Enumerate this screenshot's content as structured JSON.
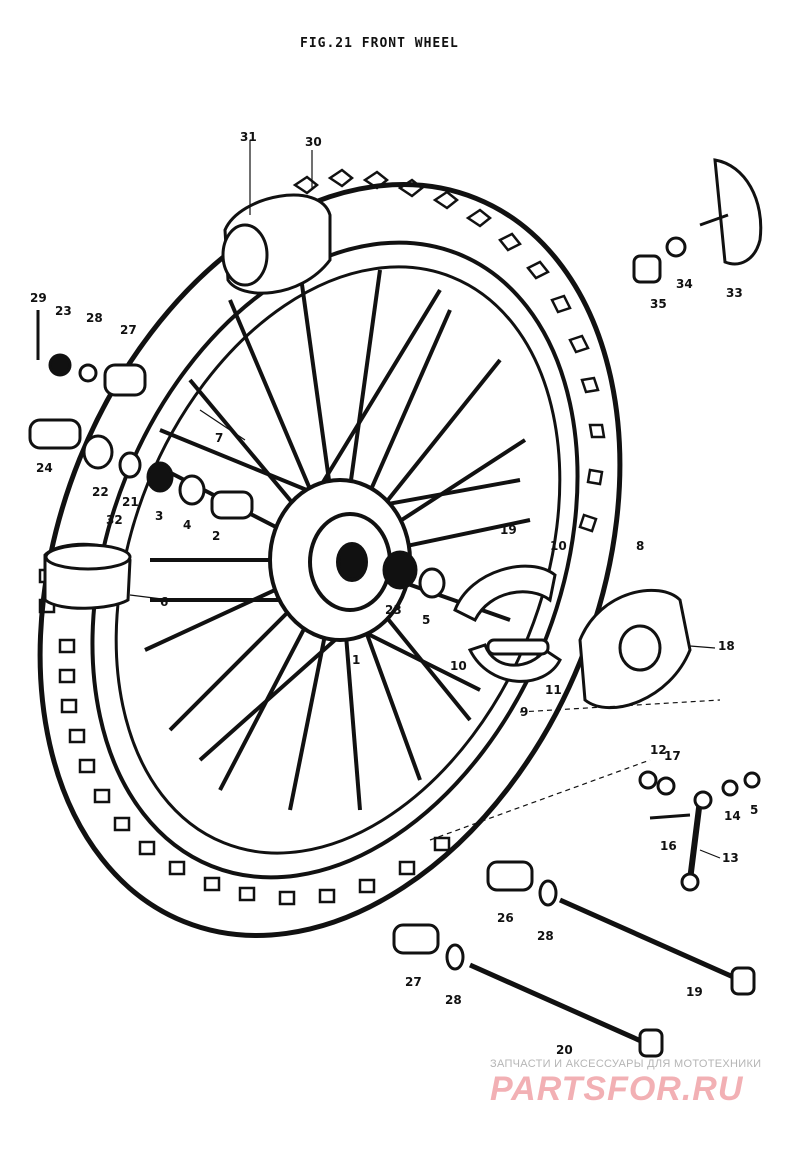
{
  "figure": {
    "title": "FIG.21  FRONT WHEEL"
  },
  "callouts": {
    "c1": "1",
    "c2": "2",
    "c3": "3",
    "c4": "4",
    "c5a": "5",
    "c5b": "5",
    "c6": "6",
    "c7": "7",
    "c8": "8",
    "c9": "9",
    "c10a": "10",
    "c10b": "10",
    "c11": "11",
    "c12": "12",
    "c13": "13",
    "c14": "14",
    "c16": "16",
    "c17": "17",
    "c18": "18",
    "c19a": "19",
    "c19b": "19",
    "c20": "20",
    "c21": "21",
    "c22": "22",
    "c23a": "23",
    "c23b": "23",
    "c24": "24",
    "c26": "26",
    "c27a": "27",
    "c27b": "27",
    "c28a": "28",
    "c28b": "28",
    "c28c": "28",
    "c29": "29",
    "c30": "30",
    "c31": "31",
    "c32": "32",
    "c33": "33",
    "c34": "34",
    "c35": "35"
  },
  "watermark": {
    "caption": "ЗАПЧАСТИ И АКСЕССУАРЫ ДЛЯ МОТОТЕХНИКИ",
    "logo": "PARTSFOR.RU",
    "logo_color": "#f0a3a8"
  },
  "colors": {
    "ink": "#111111",
    "background": "#ffffff"
  }
}
